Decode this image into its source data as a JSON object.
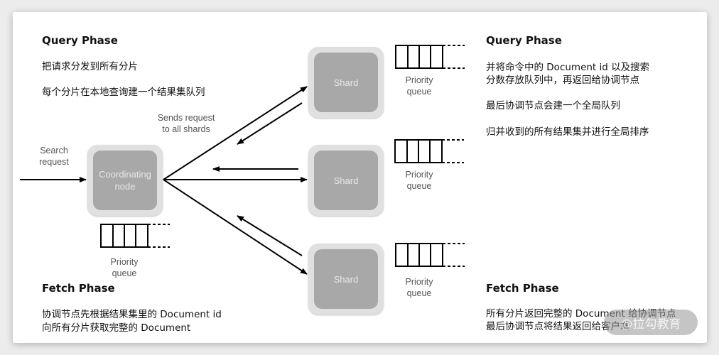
{
  "left_query": {
    "heading": "Query Phase",
    "lines": [
      "把请求分发到所有分片",
      "每个分片在本地查询建一个结果集队列"
    ]
  },
  "left_fetch": {
    "heading": "Fetch Phase",
    "lines": [
      "协调节点先根据结果集里的 Document id",
      "向所有分片获取完整的 Document"
    ]
  },
  "right_query": {
    "heading": "Query Phase",
    "lines": [
      "并将命令中的 Document id 以及搜索",
      "分数存放队列中，再返回给协调节点",
      "最后协调节点会建一个全局队列",
      "归并收到的所有结果集并进行全局排序"
    ]
  },
  "right_fetch": {
    "heading": "Fetch Phase",
    "lines": [
      "所有分片返回完整的 Document 给协调节点",
      "最后协调节点将结果返回给客户端"
    ]
  },
  "diagram": {
    "search_request": [
      "Search",
      "request"
    ],
    "sends_request": [
      "Sends request",
      "to all shards"
    ],
    "coordinating_node": [
      "Coordinating",
      "node"
    ],
    "shards": [
      {
        "label": "Shard",
        "queue_label": [
          "Priority",
          "queue"
        ]
      },
      {
        "label": "Shard",
        "queue_label": [
          "Priority",
          "queue"
        ]
      },
      {
        "label": "Shard",
        "queue_label": [
          "Priority",
          "queue"
        ]
      }
    ],
    "coord_queue_label": [
      "Priority",
      "queue"
    ]
  },
  "watermark": "@拉勾教育"
}
